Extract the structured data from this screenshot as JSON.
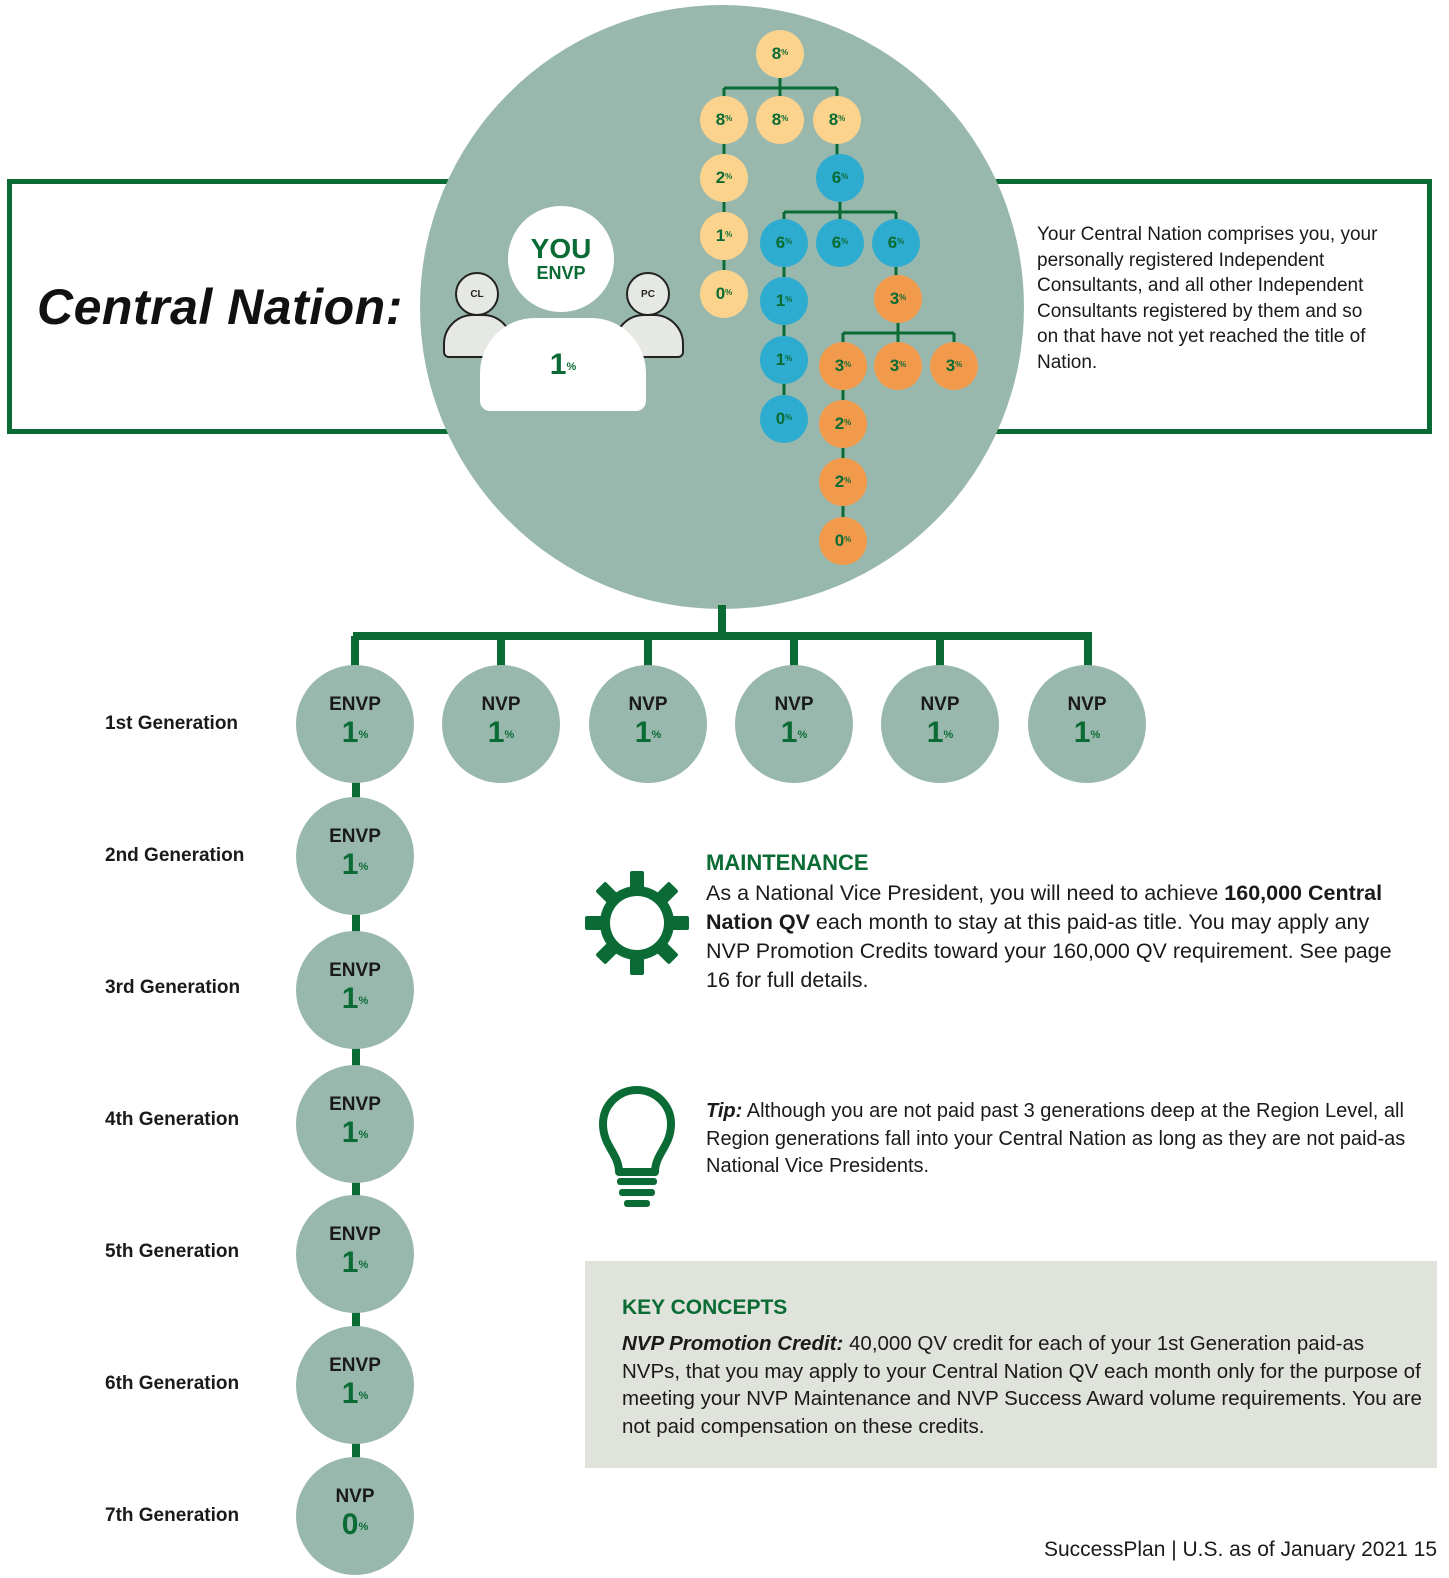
{
  "title": "Central Nation:",
  "description": "Your Central Nation comprises you, your personally registered Independent Consultants, and all other Independent Consultants registered by them and so on that have not yet reached the title of Nation.",
  "you": {
    "label": "YOU",
    "role": "ENVP",
    "percent": "1",
    "pct_sign": "%",
    "left_label": "CL",
    "right_label": "PC"
  },
  "tree": {
    "root": "8",
    "yellow_row": [
      "8",
      "8",
      "8"
    ],
    "yellow_chain": [
      "2",
      "1",
      "0"
    ],
    "blue_top": "6",
    "blue_row": [
      "6",
      "6",
      "6"
    ],
    "blue_chain": [
      "1",
      "1",
      "0"
    ],
    "orange_top": "3",
    "orange_row": [
      "3",
      "3",
      "3"
    ],
    "orange_chain": [
      "2",
      "2",
      "0"
    ]
  },
  "first_generation_label": "1st Generation",
  "first_generation": [
    {
      "title": "ENVP",
      "percent": "1"
    },
    {
      "title": "NVP",
      "percent": "1"
    },
    {
      "title": "NVP",
      "percent": "1"
    },
    {
      "title": "NVP",
      "percent": "1"
    },
    {
      "title": "NVP",
      "percent": "1"
    },
    {
      "title": "NVP",
      "percent": "1"
    }
  ],
  "generations": [
    {
      "label": "2nd Generation",
      "title": "ENVP",
      "percent": "1"
    },
    {
      "label": "3rd Generation",
      "title": "ENVP",
      "percent": "1"
    },
    {
      "label": "4th Generation",
      "title": "ENVP",
      "percent": "1"
    },
    {
      "label": "5th Generation",
      "title": "ENVP",
      "percent": "1"
    },
    {
      "label": "6th Generation",
      "title": "ENVP",
      "percent": "1"
    },
    {
      "label": "7th Generation",
      "title": "NVP",
      "percent": "0"
    }
  ],
  "maintenance": {
    "title": "MAINTENANCE",
    "text_a": "As a National Vice President, you will need to achieve ",
    "text_bold": "160,000 Central Nation QV",
    "text_b": " each month to stay at this paid-as title. You may apply any NVP Promotion Credits toward your 160,000 QV requirement. See page 16 for full details.",
    "icon": "gear-icon"
  },
  "tip": {
    "label": "Tip:",
    "text": " Although you are not paid past 3 generations deep at the Region Level, all Region generations fall into your Central Nation as long as they are not paid-as National Vice Presidents.",
    "icon": "lightbulb-icon"
  },
  "key_concepts": {
    "title": "KEY CONCEPTS",
    "term": "NVP Promotion Credit:",
    "text": " 40,000 QV credit for each of your 1st Generation paid-as NVPs, that you may apply to your Central Nation QV each month only for the purpose of meeting your NVP Maintenance and NVP Success Award volume requirements. You are not paid compensation on these credits."
  },
  "footer": "SuccessPlan  |  U.S. as of January 2021   15",
  "colors": {
    "green": "#0b6b34",
    "sage": "#99b8ad",
    "yellow": "#fcd38c",
    "blue": "#2eaccf",
    "orange": "#f19a4c",
    "panel": "#dfe3db"
  }
}
